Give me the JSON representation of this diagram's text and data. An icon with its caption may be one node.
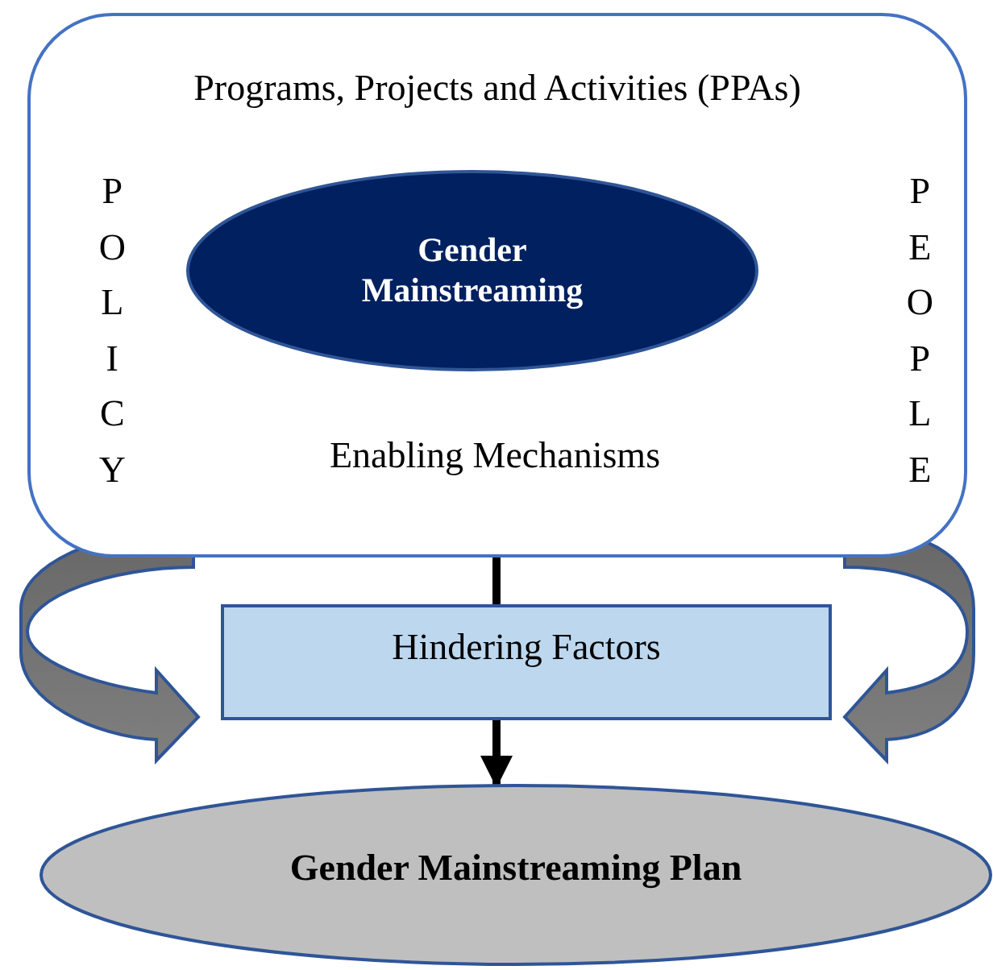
{
  "diagram": {
    "nodes": [
      {
        "text": [
          "Programs, Projects and Activities (PPAs)",
          "POLICY",
          "Enabling Mechanisms",
          "PEOPLE"
        ]
      },
      {
        "text": [
          "Gender Mainstreaming"
        ],
        "in": 0
      },
      {
        "text": [
          "Hindering Factors"
        ]
      },
      {
        "text": [
          "Gender Mainstreaming Plan"
        ]
      }
    ],
    "edges": [
      {
        "from": 0,
        "to": 2,
        "arrow": "none"
      },
      {
        "from": 2,
        "to": 3,
        "arrow": "to"
      },
      {
        "from": 0,
        "to": 2,
        "arrow": "to",
        "style": "thick",
        "color": "#7f7f7f"
      },
      {
        "from": 0,
        "to": 2,
        "arrow": "to",
        "style": "thick",
        "color": "#7f7f7f"
      }
    ]
  }
}
